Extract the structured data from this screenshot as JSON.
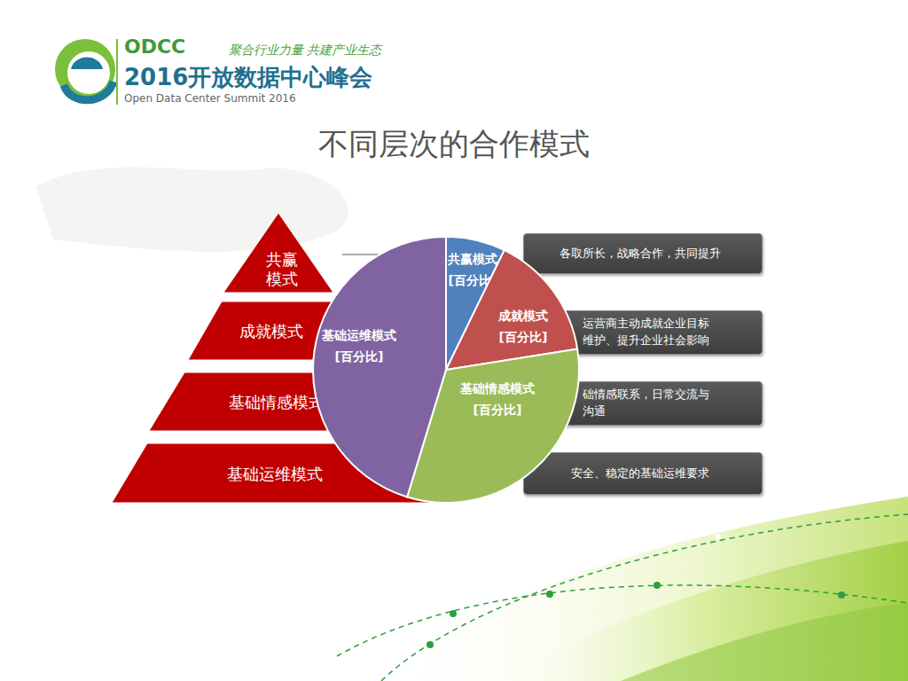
{
  "diagram": {
    "title": "不同层次的合作模式",
    "nodes": [
      {
        "text": [
          "共赢模式"
        ]
      },
      {
        "text": [
          "成就模式"
        ]
      },
      {
        "text": [
          "基础情感模式"
        ]
      },
      {
        "text": [
          "基础运维模式"
        ]
      },
      {
        "text": [
          "共赢模式",
          "[百分比]"
        ]
      },
      {
        "text": [
          "成就模式",
          "[百分比]"
        ]
      },
      {
        "text": [
          "基础情感模式",
          "[百分比]"
        ]
      },
      {
        "text": [
          "基础运维模式",
          "[百分比]"
        ]
      },
      {
        "text": [
          "各取所长，战略合作，共同提升"
        ]
      },
      {
        "text": [
          "运营商主动成就企业目标 维护、提升企业社会影响"
        ]
      },
      {
        "text": [
          "础情感联系，日常交流与沟通"
        ]
      },
      {
        "text": [
          "安全、稳定的基础运维要求"
        ]
      }
    ],
    "labels": [
      "ODCC",
      "聚合行业力量  共建产业生态",
      "2016开放数据中心峰会",
      "Open Data Center Summit 2016"
    ]
  }
}
